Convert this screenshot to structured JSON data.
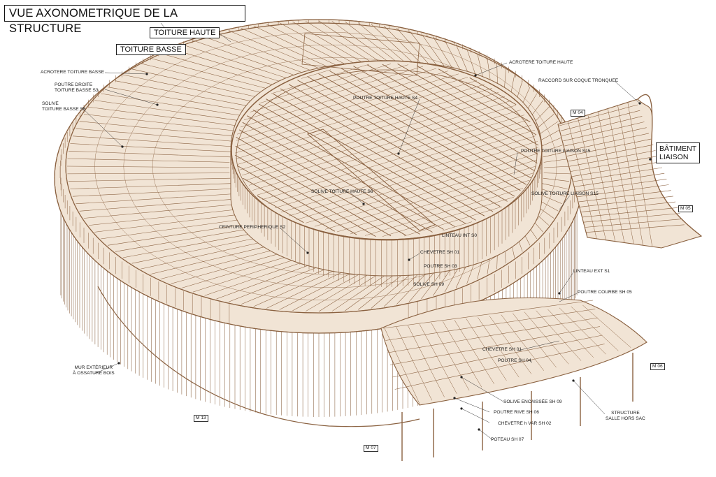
{
  "title": "VUE AXONOMETRIQUE DE LA STRUCTURE",
  "colors": {
    "wood": "#8a6140",
    "wood_fill": "#f1e4d5",
    "ink": "#222222"
  },
  "boxed_labels": {
    "toiture_haute": "TOITURE HAUTE",
    "toiture_basse": "TOITURE BASSE",
    "batiment_l1": "BÂTIMENT",
    "batiment_l2": "LIAISON"
  },
  "labels": {
    "acrotere_basse": "ACROTERE TOITURE BASSE",
    "poutre_droite_l1": "POUTRE DROITE",
    "poutre_droite_l2": "TOITURE BASSE S3",
    "solive_l1": "SOLIVE",
    "solive_l2": "TOITURE BASSE S5",
    "acrotere_haute": "ACROTERE TOITURE HAUTE",
    "raccord": "RACCORD SUR COQUE TRONQUEE",
    "poutre_haute_s4": "POUTRE TOITURE HAUTE S4",
    "poutre_liaison_s15a": "POUTRE TOITURE LIAISON S15",
    "solive_liaison_s15": "SOLIVE TOITURE LIAISON S15",
    "solive_haute_s6": "SOLIVE TOITURE HAUTE S6",
    "ceinture": "CEINTURE PERIPHERIQUE S2",
    "linteau_int": "LINTEAU INT S0",
    "chevetre_sh01": "CHEVETRE  SH 01",
    "poutre_sh03": "POUTRE SH 03",
    "solive_sh09": "SOLIVE  SH 09",
    "linteau_ext": "LINTEAU EXT S1",
    "poutre_courbe": "POUTRE COURBE SH 05",
    "chevetre_sh01b": "CHEVETRE  SH 01",
    "poutre_sh04": "POUTRE  SH 04",
    "mur_l1": "MUR EXTÉRIEUR",
    "mur_l2": "À OSSATURE BOIS",
    "solive_encaissee": "SOLIVE ENCAISSÉE SH 09",
    "poutre_rive": "POUTRE RIVE SH 06",
    "chevetre_var": "CHEVETRE h VAR  SH 02",
    "poteau": "POTEAU SH 07",
    "structure_l1": "STRUCTURE",
    "structure_l2": "SALLE HORS SAC"
  },
  "module_tags": {
    "m04": "M 04",
    "m05": "M 05",
    "m06": "M 06",
    "m07": "M 07",
    "m13": "M 13"
  }
}
